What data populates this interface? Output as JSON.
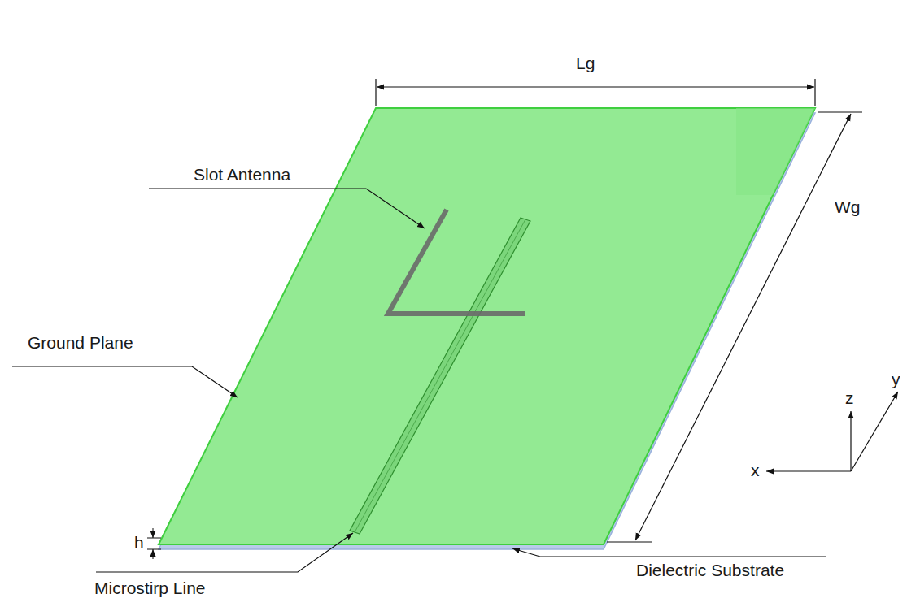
{
  "diagram": {
    "labels": [
      "Lg",
      "Slot Antenna",
      "Wg",
      "Ground Plane",
      "z",
      "y",
      "h",
      "x",
      "Dielectric Substrate",
      "Microstirp Line"
    ]
  }
}
